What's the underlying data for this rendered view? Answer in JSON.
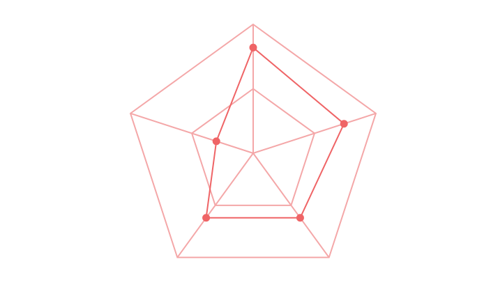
{
  "chart_data": {
    "type": "radar",
    "title": "",
    "axes": [
      "",
      "",
      "",
      "",
      ""
    ],
    "max": 100,
    "levels": [
      50,
      100
    ],
    "series": [
      {
        "name": "",
        "values": [
          82,
          74,
          62,
          62,
          30
        ]
      }
    ],
    "grid": true,
    "legend": "none",
    "colors": {
      "grid": "#f4a7a8",
      "series": "#ef6466"
    }
  }
}
